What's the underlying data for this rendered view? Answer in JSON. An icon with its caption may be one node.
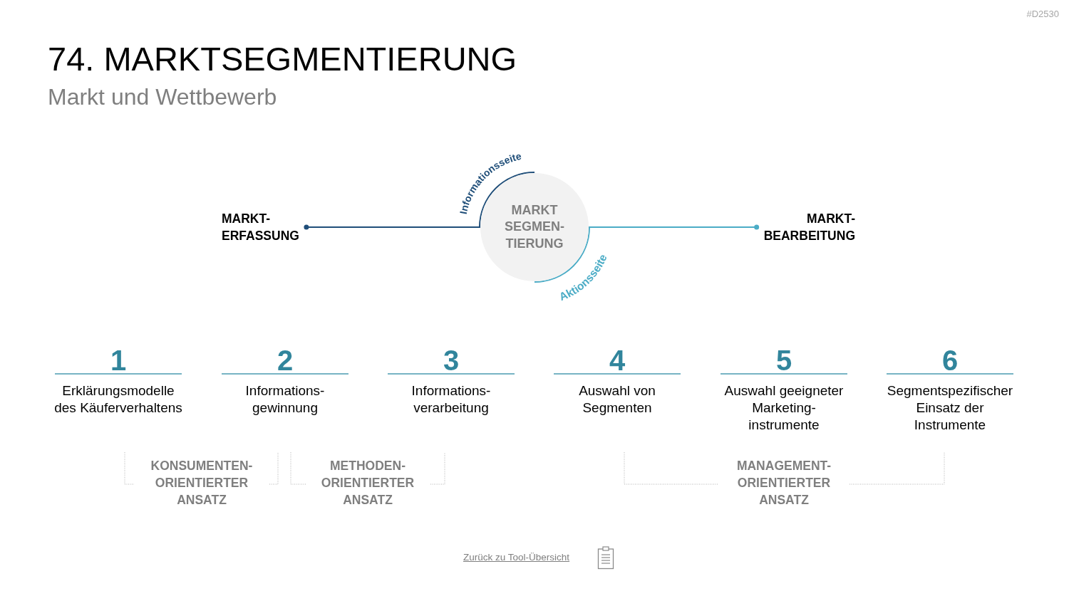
{
  "diagram": {
    "title": "74. MARKTSEGMENTIERUNG",
    "nodes": [
      {
        "text": [
          "MARKT- ERFASSUNG"
        ]
      },
      {
        "text": [
          "MARKT SEGMEN- TIERUNG"
        ],
        "beside": [
          "Informationsseite",
          "Aktionsseite"
        ]
      },
      {
        "text": [
          "MARKT- BEARBEITUNG"
        ]
      }
    ],
    "edges": [
      {
        "from": 0,
        "to": 1,
        "arrow": "other",
        "color": "#1f4e79"
      },
      {
        "from": 2,
        "to": 1,
        "arrow": "other",
        "color": "#4bacc6"
      }
    ],
    "labels": [
      "#D2530",
      "Markt und Wettbewerb",
      "1",
      "Erklärungsmodelle des Käuferverhaltens",
      "2",
      "Informations- gewinnung",
      "3",
      "Informations- verarbeitung",
      "4",
      "Auswahl von Segmenten",
      "5",
      "Auswahl geeigneter Marketing- instrumente",
      "6",
      "Segmentspezifischer Einsatz der Instrumente",
      "KONSUMENTEN- ORIENTIERTER ANSATZ",
      "METHODEN- ORIENTIERTER ANSATZ",
      "MANAGEMENT- ORIENTIERTER ANSATZ",
      "Zurück zu Tool-Übersicht"
    ]
  }
}
